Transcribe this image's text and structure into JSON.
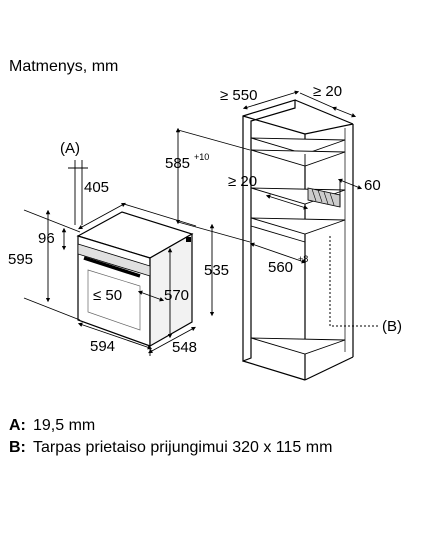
{
  "title": "Matmenys, mm",
  "labels": {
    "marker_a": "(A)",
    "marker_b": "(B)",
    "d405": "405",
    "d96": "96",
    "d595": "595",
    "d50": "≤ 50",
    "d535": "535",
    "d570": "570",
    "d594": "594",
    "d548": "548",
    "d550": "≥ 550",
    "d20_top": "≥ 20",
    "d585": "585",
    "d585_sup": "+10",
    "d20_mid": "≥ 20",
    "d60": "60",
    "d560": "560",
    "d560_sup": "+8"
  },
  "legend": [
    {
      "key": "A:",
      "text": "19,5 mm"
    },
    {
      "key": "B:",
      "text": "Tarpas prietaiso prijungimui 320 x 115 mm"
    }
  ]
}
